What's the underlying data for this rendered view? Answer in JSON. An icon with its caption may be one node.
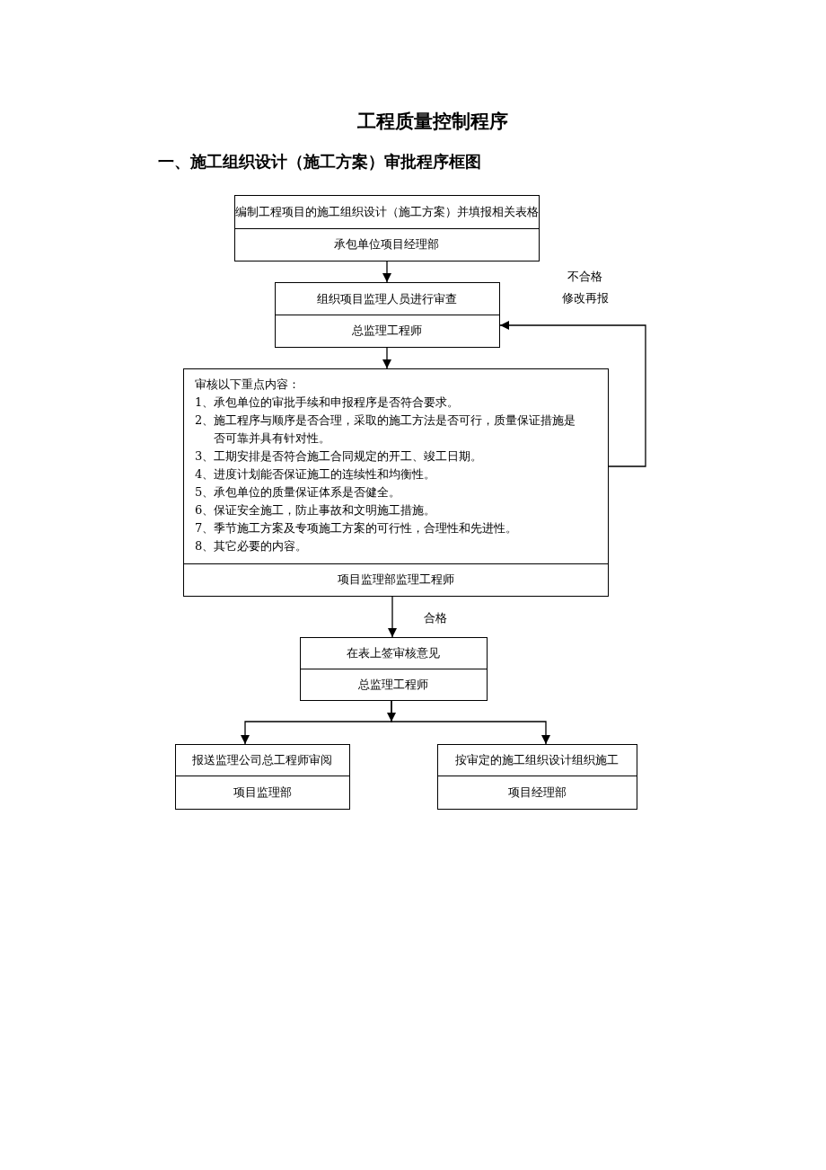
{
  "diagram": {
    "title": "工程质量控制程序",
    "nodes": [
      {
        "text": [
          "编制工程项目的施工组织设计（施工方案）并填报相关表格",
          "承包单位项目经理部"
        ]
      },
      {
        "text": [
          "组织项目监理人员进行审查",
          "总监理工程师"
        ]
      },
      {
        "text": [
          "审核以下重点内容：",
          "1、承包单位的审批手续和申报程序是否符合要求。",
          "2、施工程序与顺序是否合理，采取的施工方法是否可行，质量保证措施是否可靠并具有针对性。",
          "3、工期安排是否符合施工合同规定的开工、竣工日期。",
          "4、进度计划能否保证施工的连续性和均衡性。",
          "5、承包单位的质量保证体系是否健全。",
          "6、保证安全施工，防止事故和文明施工措施。",
          "7、季节施工方案及专项施工方案的可行性，合理性和先进性。",
          "8、其它必要的内容。",
          "项目监理部监理工程师"
        ]
      },
      {
        "text": [
          "在表上签审核意见",
          "总监理工程师"
        ]
      },
      {
        "text": [
          "报送监理公司总工程师审阅",
          "项目监理部"
        ]
      },
      {
        "text": [
          "按审定的施工组织设计组织施工",
          "项目经理部"
        ]
      }
    ],
    "edges": [
      {
        "from": 0,
        "to": 1,
        "arrow": "to"
      },
      {
        "from": 1,
        "to": 2,
        "arrow": "to"
      },
      {
        "from": 2,
        "to": 1,
        "arrow": "to",
        "label": "不合格修改再报"
      },
      {
        "from": 2,
        "to": 3,
        "arrow": "to",
        "label": "合格"
      },
      {
        "from": 3,
        "to": 4,
        "arrow": "to"
      },
      {
        "from": 3,
        "to": 5,
        "arrow": "to"
      }
    ],
    "labels": [
      "一、施工组织设计（施工方案）审批程序框图"
    ]
  }
}
